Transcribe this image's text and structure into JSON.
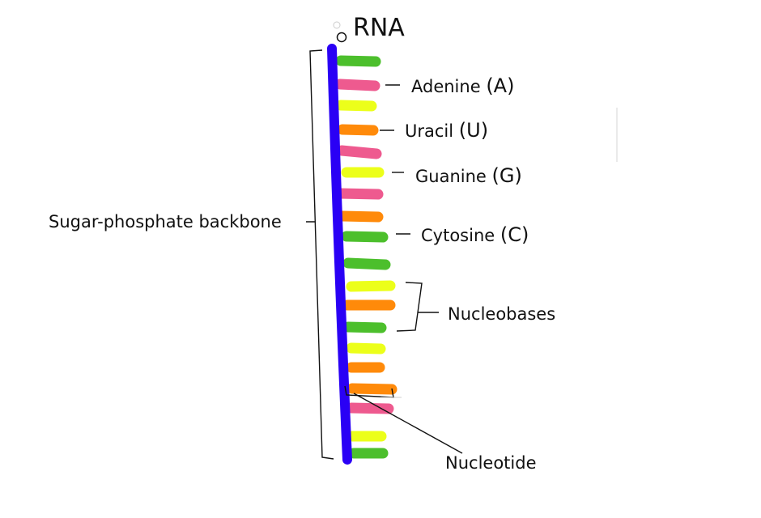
{
  "title": "RNA",
  "labels": {
    "adenine": {
      "name": "Adenine",
      "code": "(A)"
    },
    "uracil": {
      "name": "Uracil",
      "code": "(U)"
    },
    "guanine": {
      "name": "Guanine",
      "code": "(G)"
    },
    "cytosine": {
      "name": "Cytosine",
      "code": "(C)"
    },
    "backbone": "Sugar-phosphate backbone",
    "nucleobases": "Nucleobases",
    "nucleotide": "Nucleotide"
  },
  "colors": {
    "backbone": "#2a00f5",
    "adenine": "#ee5a8f",
    "uracil": "#ff8a0a",
    "guanine": "#ecff1a",
    "cytosine": "#4cbf2c",
    "line": "#111111"
  },
  "strand": [
    "cytosine",
    "adenine",
    "guanine",
    "uracil",
    "adenine",
    "guanine",
    "adenine",
    "uracil",
    "cytosine",
    "cytosine",
    "guanine",
    "uracil",
    "cytosine",
    "guanine",
    "uracil",
    "uracil",
    "adenine",
    "guanine",
    "cytosine"
  ]
}
